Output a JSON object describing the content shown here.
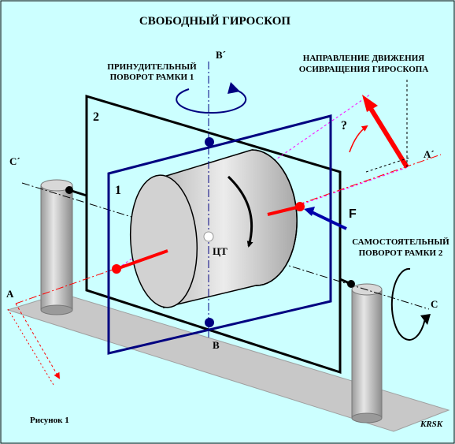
{
  "title": "СВОБОДНЫЙ ГИРОСКОП",
  "labels": {
    "forced_rotation_line1": "ПРИНУДИТЕЛЬНЫЙ",
    "forced_rotation_line2": "ПОВОРОТ РАМКИ 1",
    "direction_line1": "НАПРАВЛЕНИЕ ДВИЖЕНИЯ",
    "direction_line2": "ОСИВРАЩЕНИЯ ГИРОСКОПА",
    "independent_line1": "САМОСТОЯТЕЛЬНЫЙ",
    "independent_line2": "ПОВОРОТ РАМКИ 2",
    "frame_1": "1",
    "frame_2": "2",
    "center_of_mass": "ЦТ",
    "force": "F",
    "question": "?",
    "axis_a": "A",
    "axis_a_prime": "A´",
    "axis_b": "B",
    "axis_b_prime": "B´",
    "axis_c": "C",
    "axis_c_prime": "C´",
    "figure_caption": "Рисунок 1",
    "signature": "KRSK"
  },
  "colors": {
    "background": "#ccffff",
    "frame_outer": "#000000",
    "frame_inner": "#000080",
    "rotor_fill": "#d6d6d6",
    "red": "#ff0000",
    "magenta_guide": "#ff00ff",
    "force_arrow": "#0000aa",
    "support_gray": "#c0c0c0",
    "base_plate": "#c8c8c8"
  }
}
